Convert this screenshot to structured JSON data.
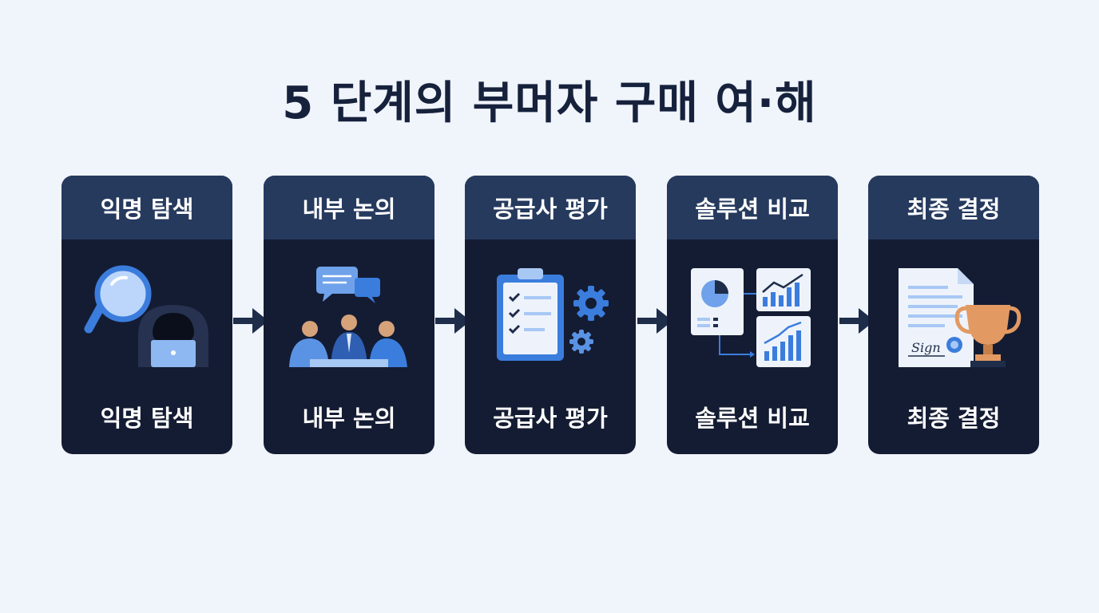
{
  "title": "5 단계의 부머자 구매 여·해",
  "steps": [
    {
      "header": "익명 탐색",
      "label": "익명 탐색",
      "icon": "anonymous-search-icon"
    },
    {
      "header": "내부 논의",
      "label": "내부 논의",
      "icon": "team-discussion-icon"
    },
    {
      "header": "공급사 평가",
      "label": "공급사 평가",
      "icon": "checklist-gear-icon"
    },
    {
      "header": "솔루션 비교",
      "label": "솔루션 비교",
      "icon": "chart-comparison-icon"
    },
    {
      "header": "최종 결정",
      "label": "최종 결정",
      "icon": "signed-contract-trophy-icon"
    }
  ],
  "illustration_text": {
    "signature": "Sign"
  },
  "colors": {
    "background": "#f0f4fb",
    "card": "#141c33",
    "card_header": "#263a5e",
    "accent_blue": "#3b7ddd",
    "arrow": "#1e2d4a",
    "trophy": "#e29a62",
    "title": "#16213c"
  }
}
